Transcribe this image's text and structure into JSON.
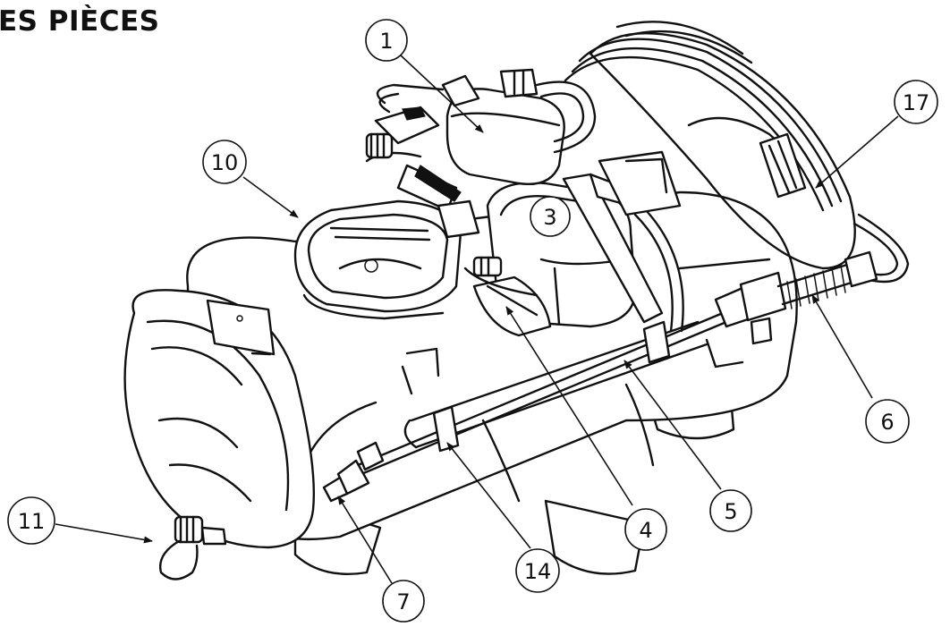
{
  "title": "ES PIÈCES",
  "callouts": [
    {
      "id": "1",
      "label": "1"
    },
    {
      "id": "3",
      "label": "3"
    },
    {
      "id": "4",
      "label": "4"
    },
    {
      "id": "5",
      "label": "5"
    },
    {
      "id": "6",
      "label": "6"
    },
    {
      "id": "7",
      "label": "7"
    },
    {
      "id": "10",
      "label": "10"
    },
    {
      "id": "11",
      "label": "11"
    },
    {
      "id": "14",
      "label": "14"
    },
    {
      "id": "17",
      "label": "17"
    }
  ]
}
